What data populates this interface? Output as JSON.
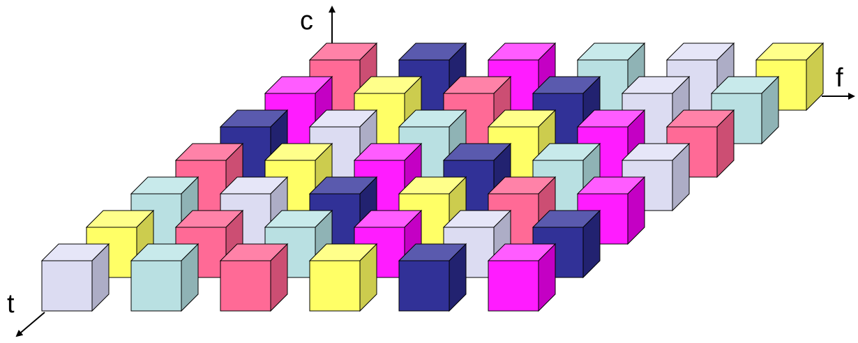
{
  "axes": {
    "c_label": "c",
    "f_label": "f",
    "t_label": "t"
  },
  "palette": {
    "lavender": {
      "front": "#DCDCF2",
      "side": "#ADADC6",
      "top": "#E6E6F8"
    },
    "teal": {
      "front": "#B9E0E2",
      "side": "#8FB3B5",
      "top": "#C8EAEB"
    },
    "rose": {
      "front": "#FF6A96",
      "side": "#CC4E73",
      "top": "#FF82A8"
    },
    "yellow": {
      "front": "#FFFF66",
      "side": "#CCCC4E",
      "top": "#FFFF8A"
    },
    "navy": {
      "front": "#313197",
      "side": "#222270",
      "top": "#5A5AAE"
    },
    "magenta": {
      "front": "#FF1CFF",
      "side": "#C400C4",
      "top": "#FF5CFF"
    }
  },
  "cube_grid": [
    [
      "rose",
      "navy",
      "magenta",
      "teal",
      "lavender",
      "yellow"
    ],
    [
      "magenta",
      "yellow",
      "rose",
      "navy",
      "lavender",
      "teal"
    ],
    [
      "navy",
      "lavender",
      "teal",
      "yellow",
      "magenta",
      "rose"
    ],
    [
      "rose",
      "yellow",
      "magenta",
      "navy",
      "teal",
      "lavender"
    ],
    [
      "teal",
      "lavender",
      "navy",
      "yellow",
      "rose",
      "magenta"
    ],
    [
      "yellow",
      "rose",
      "teal",
      "magenta",
      "lavender",
      "navy"
    ],
    [
      "lavender",
      "teal",
      "rose",
      "yellow",
      "navy",
      "magenta"
    ]
  ]
}
